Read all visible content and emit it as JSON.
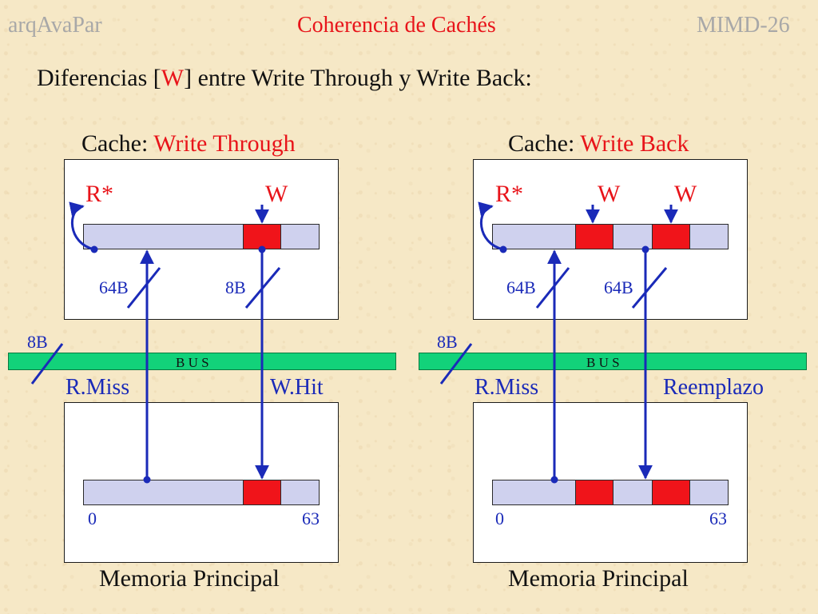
{
  "header": {
    "left": "arqAvaPar",
    "center": "Coherencia de Cachés",
    "right": "MIMD-26"
  },
  "subtitle": {
    "prefix": "Diferencias [",
    "highlight": "W",
    "suffix": "] entre Write Through y Write Back:"
  },
  "left_panel": {
    "title_prefix": "Cache: ",
    "title_value": "Write Through",
    "read_label": "R*",
    "write_label": "W",
    "width_left": "64B",
    "width_right": "8B",
    "bus_width": "8B",
    "bus_label": "B U S",
    "miss_label": "R.Miss",
    "event_label": "W.Hit",
    "addr_start": "0",
    "addr_end": "63",
    "memory_label": "Memoria Principal"
  },
  "right_panel": {
    "title_prefix": "Cache: ",
    "title_value": "Write Back",
    "read_label": "R*",
    "write_label_1": "W",
    "write_label_2": "W",
    "width_left": "64B",
    "width_right": "64B",
    "bus_width": "8B",
    "bus_label": "B U S",
    "miss_label": "R.Miss",
    "event_label": "Reemplazo",
    "addr_start": "0",
    "addr_end": "63",
    "memory_label": "Memoria Principal"
  },
  "colors": {
    "background": "#f6e8c6",
    "title_red": "#e8141a",
    "arrow_blue": "#1a2ab8",
    "bus_green": "#12d27a",
    "block_red": "#f0141a",
    "line_fill": "#cfd1ee",
    "header_grey": "#a8a8a8"
  }
}
